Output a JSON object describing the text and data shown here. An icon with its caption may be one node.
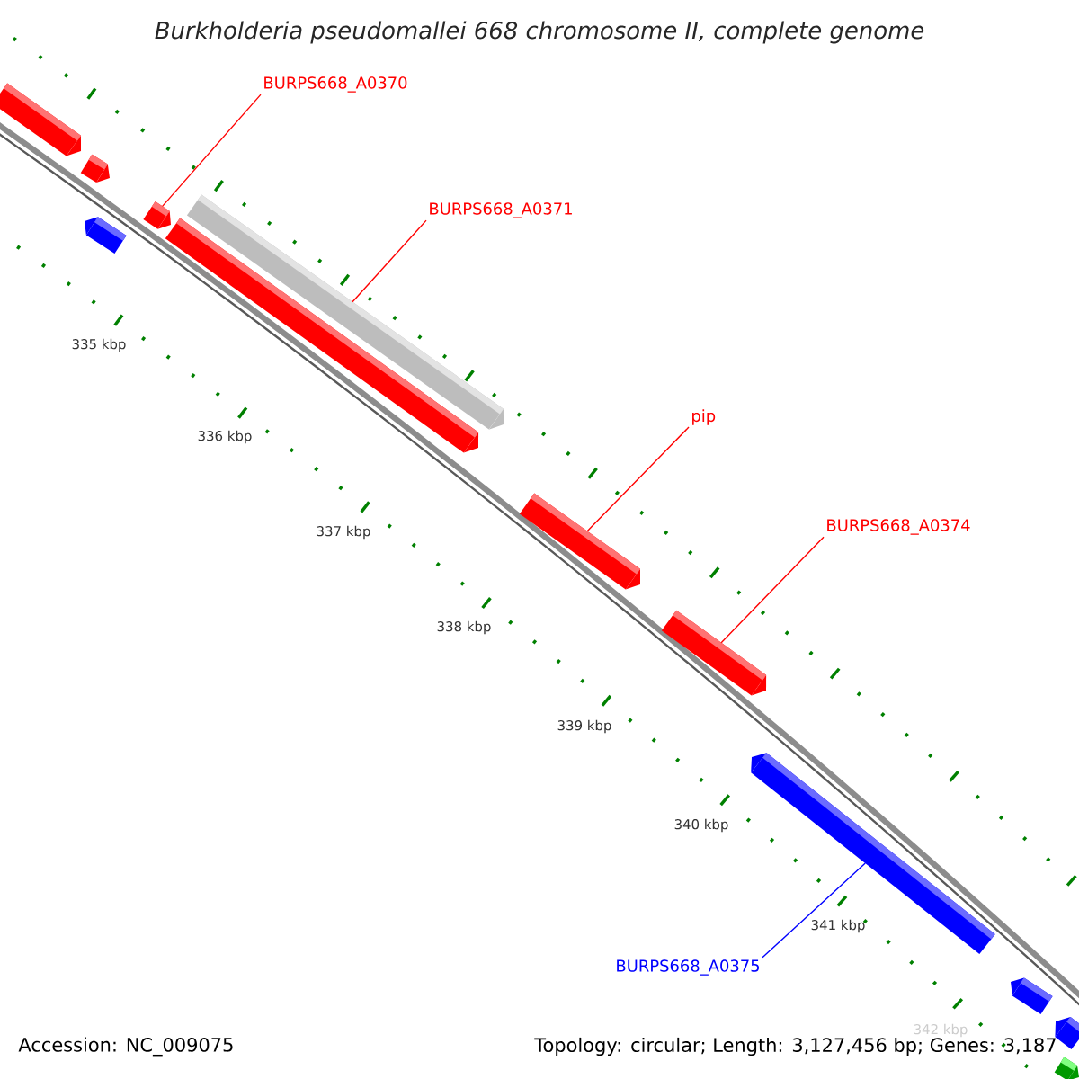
{
  "diagram": {
    "title": "Burkholderia pseudomallei 668 chromosome II, complete genome",
    "nodes": [
      {
        "text": [
          "BURPS668_A0370"
        ]
      },
      {
        "text": [
          "BURPS668_A0371"
        ]
      },
      {
        "text": [
          "pip"
        ]
      },
      {
        "text": [
          "BURPS668_A0374"
        ]
      },
      {
        "text": [
          "BURPS668_A0375"
        ]
      },
      {
        "text": [],
        "shape": "bar"
      },
      {
        "text": [],
        "shape": "bar"
      },
      {
        "text": [],
        "shape": "bar"
      },
      {
        "text": [],
        "shape": "bar"
      },
      {
        "text": [],
        "shape": "bar"
      },
      {
        "text": [],
        "shape": "bar"
      },
      {
        "text": [],
        "shape": "bar"
      },
      {
        "text": [],
        "shape": "bar"
      },
      {
        "text": [],
        "shape": "bar"
      },
      {
        "text": [],
        "shape": "bar"
      },
      {
        "text": [],
        "shape": "bar"
      },
      {
        "text": [],
        "shape": "bar"
      }
    ],
    "edges": [
      {
        "from": 0,
        "to": 8,
        "arrow": "none"
      },
      {
        "from": 1,
        "to": 10,
        "arrow": "none"
      },
      {
        "from": 2,
        "to": 11,
        "arrow": "none"
      },
      {
        "from": 3,
        "to": 12,
        "arrow": "none"
      },
      {
        "from": 4,
        "to": 13,
        "arrow": "none",
        "color": "#0000ff"
      }
    ],
    "labels": [
      "335 kbp",
      "336 kbp",
      "337 kbp",
      "338 kbp",
      "339 kbp",
      "340 kbp",
      "341 kbp",
      "342 kbp",
      "Accession: NC_009075",
      "Topology: circular; Length: 3,127,456 bp; Genes: 3,187"
    ]
  }
}
